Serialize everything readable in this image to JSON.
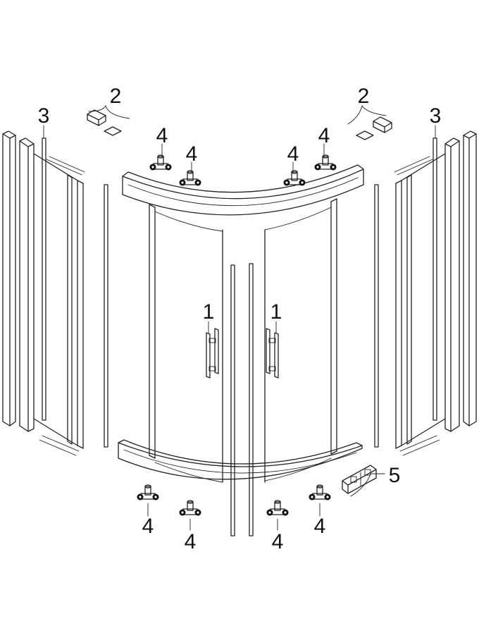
{
  "diagram": {
    "callouts": {
      "handle_left": "1",
      "handle_right": "1",
      "cap_left": "2",
      "cap_right": "2",
      "seal_left": "3",
      "seal_right": "3",
      "roller_top_1": "4",
      "roller_top_2": "4",
      "roller_top_3": "4",
      "roller_top_4": "4",
      "roller_bottom_1": "4",
      "roller_bottom_2": "4",
      "roller_bottom_3": "4",
      "roller_bottom_4": "4",
      "clip": "5"
    }
  }
}
